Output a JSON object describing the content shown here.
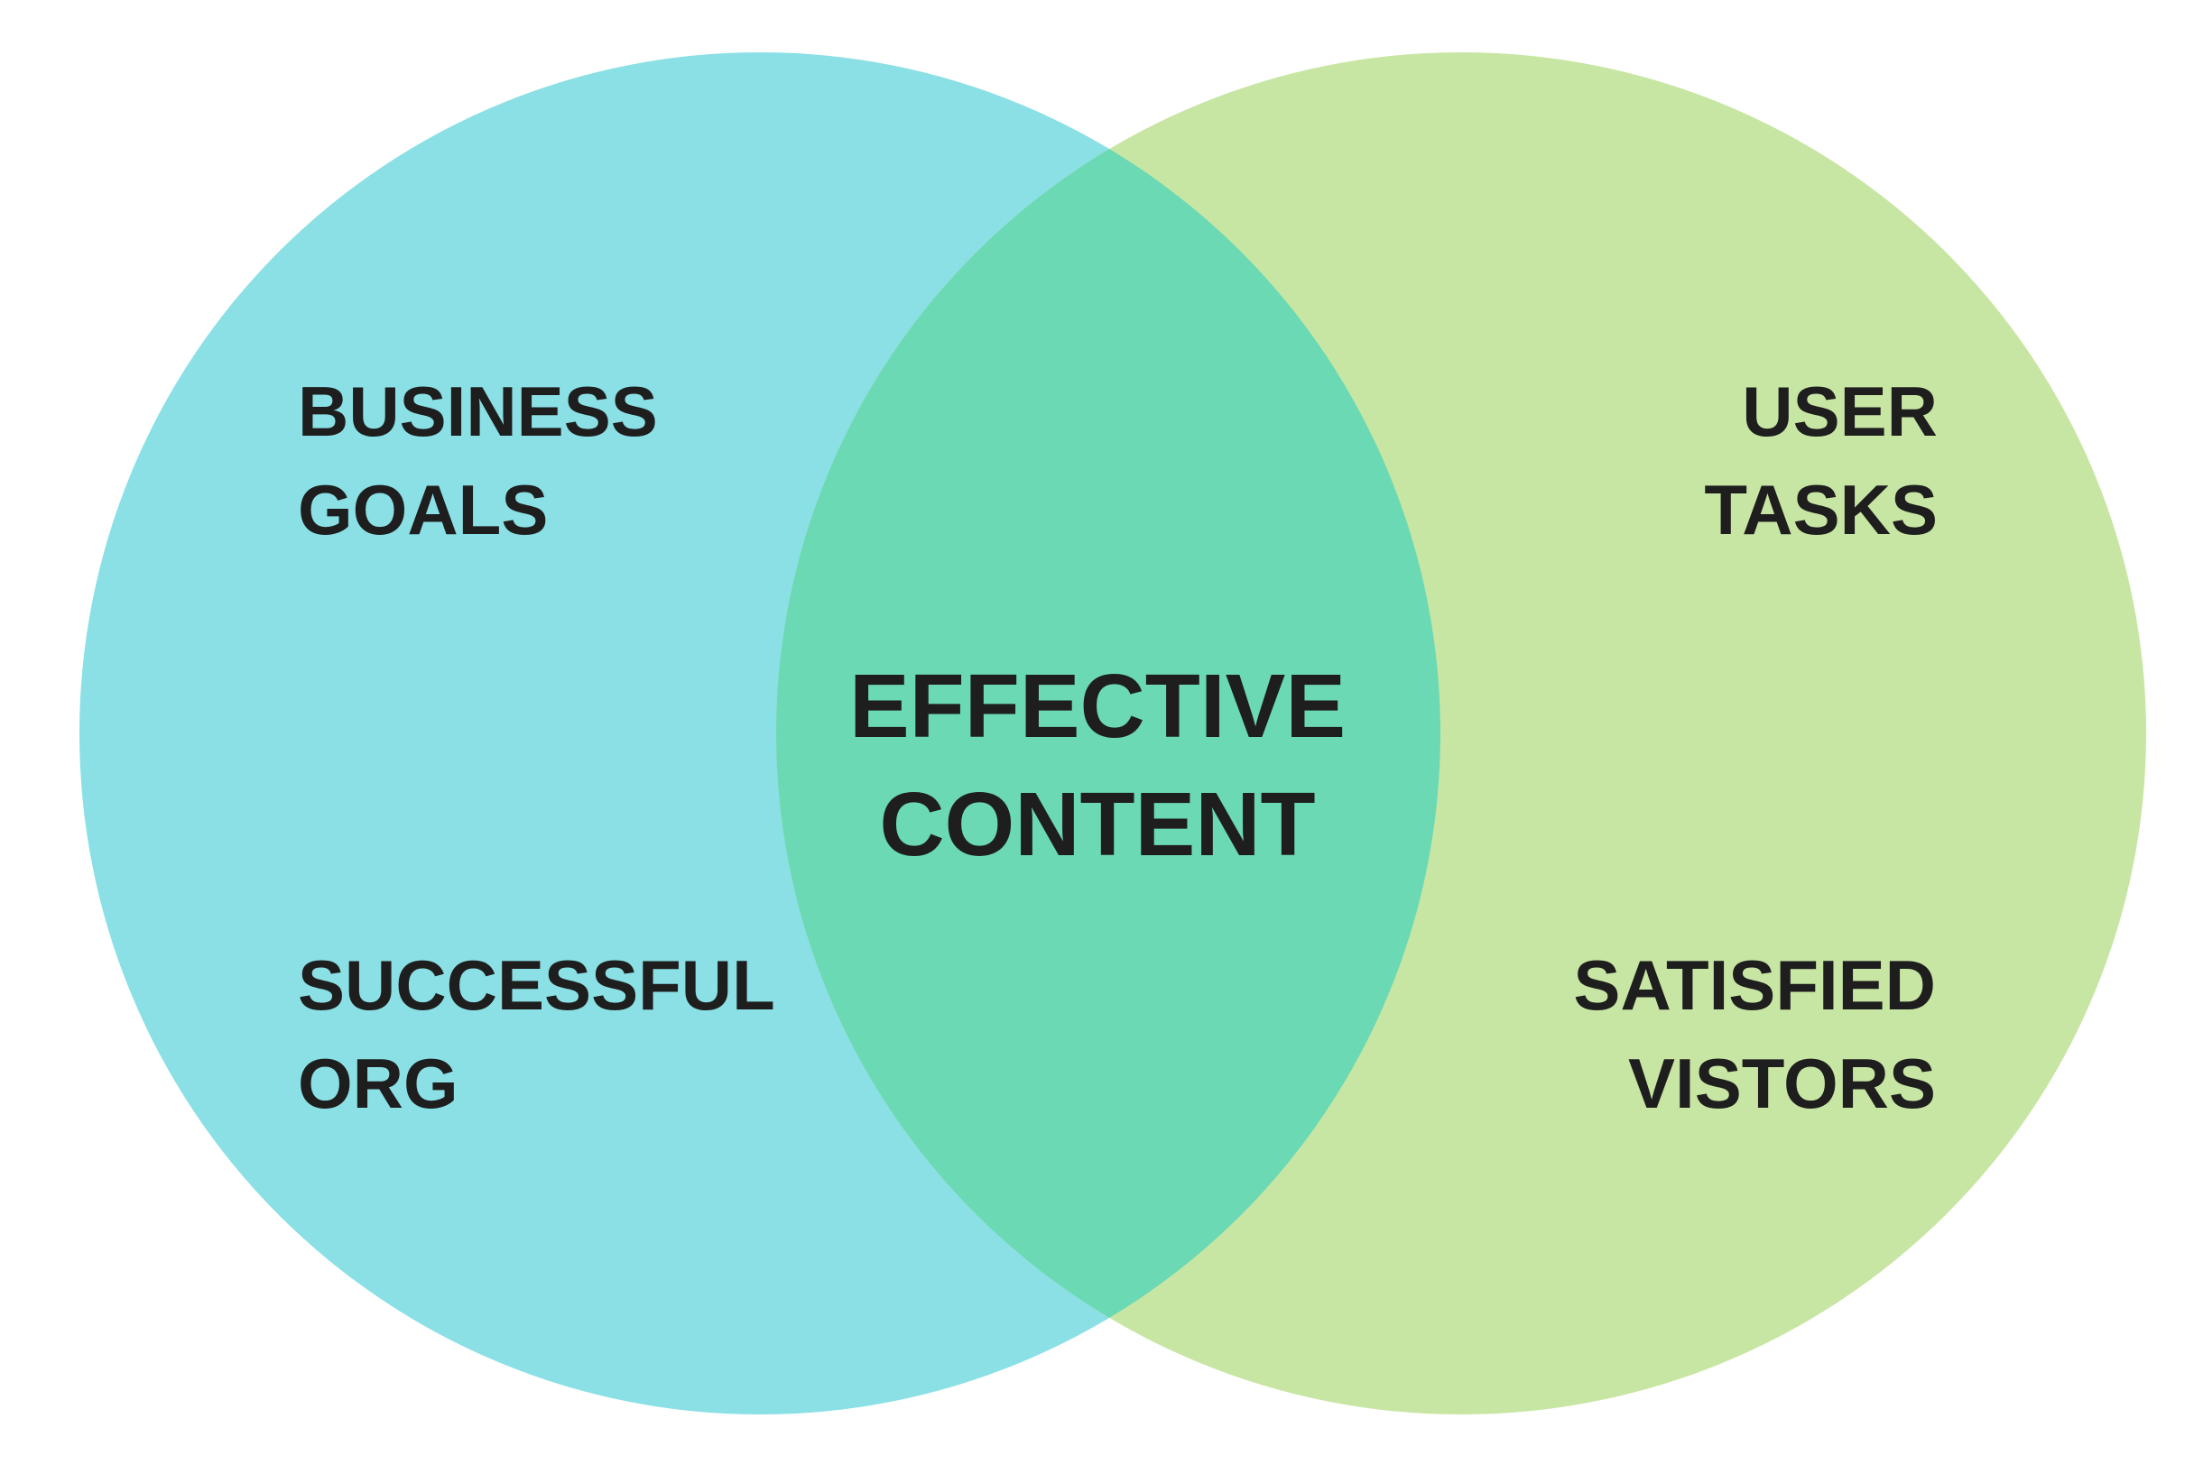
{
  "diagram": {
    "type": "venn",
    "background_color": "#ffffff",
    "text_color": "#1e1e1e",
    "left_circle": {
      "color": "#8AE0E5",
      "labels": [
        {
          "lines": [
            "BUSINESS",
            "GOALS"
          ]
        },
        {
          "lines": [
            "SUCCESSFUL",
            "ORG"
          ]
        }
      ]
    },
    "right_circle": {
      "color": "#C8E6A3",
      "labels": [
        {
          "lines": [
            "USER",
            "TASKS"
          ]
        },
        {
          "lines": [
            "SATISFIED",
            "VISTORS"
          ]
        }
      ]
    },
    "overlap": {
      "color": "#6BD9B4",
      "label": {
        "lines": [
          "EFFECTIVE",
          "CONTENT"
        ]
      }
    }
  }
}
